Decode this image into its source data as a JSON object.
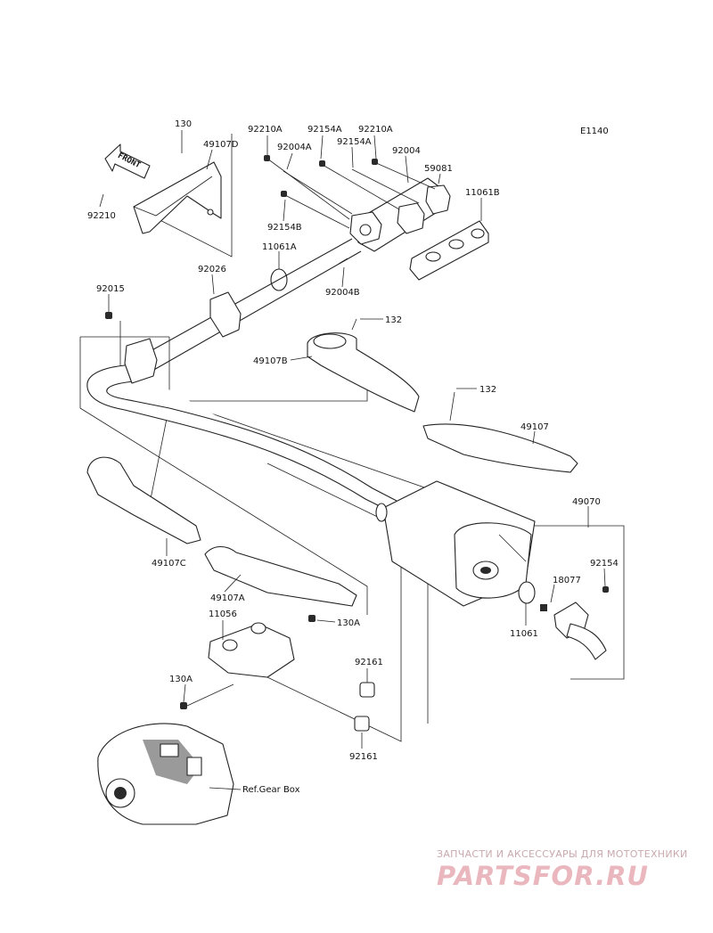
{
  "diagram": {
    "code": "E1140",
    "front_arrow": "FRONT",
    "ref_text": "Ref.Gear Box",
    "labels": {
      "l130": "130",
      "l49107D": "49107D",
      "l92210": "92210",
      "l92210A_1": "92210A",
      "l92004A": "92004A",
      "l92154A_1": "92154A",
      "l92154A_2": "92154A",
      "l92210A_2": "92210A",
      "l92004": "92004",
      "l59081": "59081",
      "l11061B": "11061B",
      "l92154B": "92154B",
      "l11061A": "11061A",
      "l92026": "92026",
      "l92004B": "92004B",
      "l92015": "92015",
      "l132_1": "132",
      "l49107B": "49107B",
      "l132_2": "132",
      "l49107": "49107",
      "l49070": "49070",
      "l49107C": "49107C",
      "l49107A": "49107A",
      "l92154": "92154",
      "l18077": "18077",
      "l11061": "11061",
      "l11056": "11056",
      "l130A_1": "130A",
      "l130A_2": "130A",
      "l92161_1": "92161",
      "l92161_2": "92161"
    }
  },
  "watermark": {
    "caption": "ЗАПЧАСТИ И АКСЕССУАРЫ ДЛЯ МОТОТЕХНИКИ",
    "logo": "PARTSFOR.RU"
  }
}
